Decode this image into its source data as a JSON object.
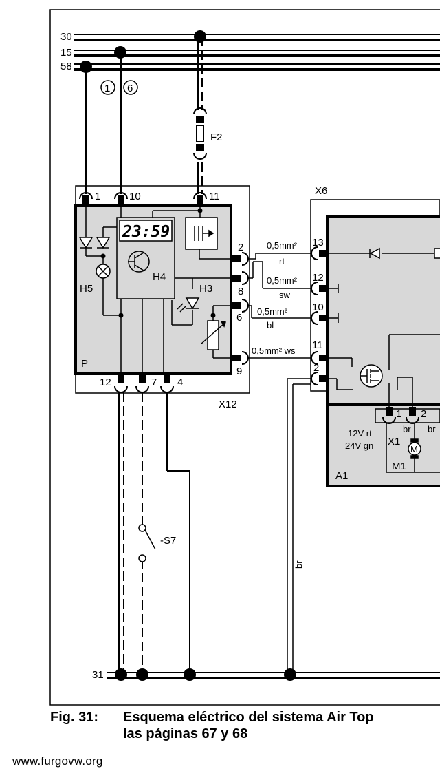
{
  "bus": {
    "b30": "30",
    "b15": "15",
    "b58": "58",
    "b31": "31"
  },
  "refs": {
    "r1": "1",
    "r6": "6"
  },
  "fuse": {
    "label": "F2"
  },
  "connectors": {
    "x6": "X6",
    "x12": "X12",
    "x1": "X1"
  },
  "unit_p": {
    "label": "P",
    "clock": "23:59",
    "pins_top": [
      "1",
      "10",
      "11"
    ],
    "pins_right": [
      "2",
      "8",
      "6",
      "9"
    ],
    "pins_bottom": [
      "12",
      "7",
      "4"
    ],
    "h5": "H5",
    "h4": "H4",
    "h3": "H3"
  },
  "x6_pins": [
    "13",
    "12",
    "10",
    "11",
    "2"
  ],
  "wires": [
    {
      "size": "0,5mm²",
      "color": "rt"
    },
    {
      "size": "0,5mm²",
      "color": "sw"
    },
    {
      "size": "0,5mm²",
      "color": "bl"
    },
    {
      "size": "0,5mm² ws",
      "color": ""
    }
  ],
  "unit_a1": {
    "label": "A1",
    "volt_1": "12V rt",
    "volt_2": "24V gn",
    "motor_symbol": "M",
    "motor_label": "M1",
    "pins": [
      "1",
      "2"
    ],
    "wire_color": "br"
  },
  "switch": {
    "label": "-S7"
  },
  "ground_wire_color": "br",
  "caption": {
    "number": "Fig. 31:",
    "line1": "Esquema eléctrico del sistema Air Top",
    "line2": "las páginas 67 y 68"
  },
  "watermark": "www.furgovw.org"
}
